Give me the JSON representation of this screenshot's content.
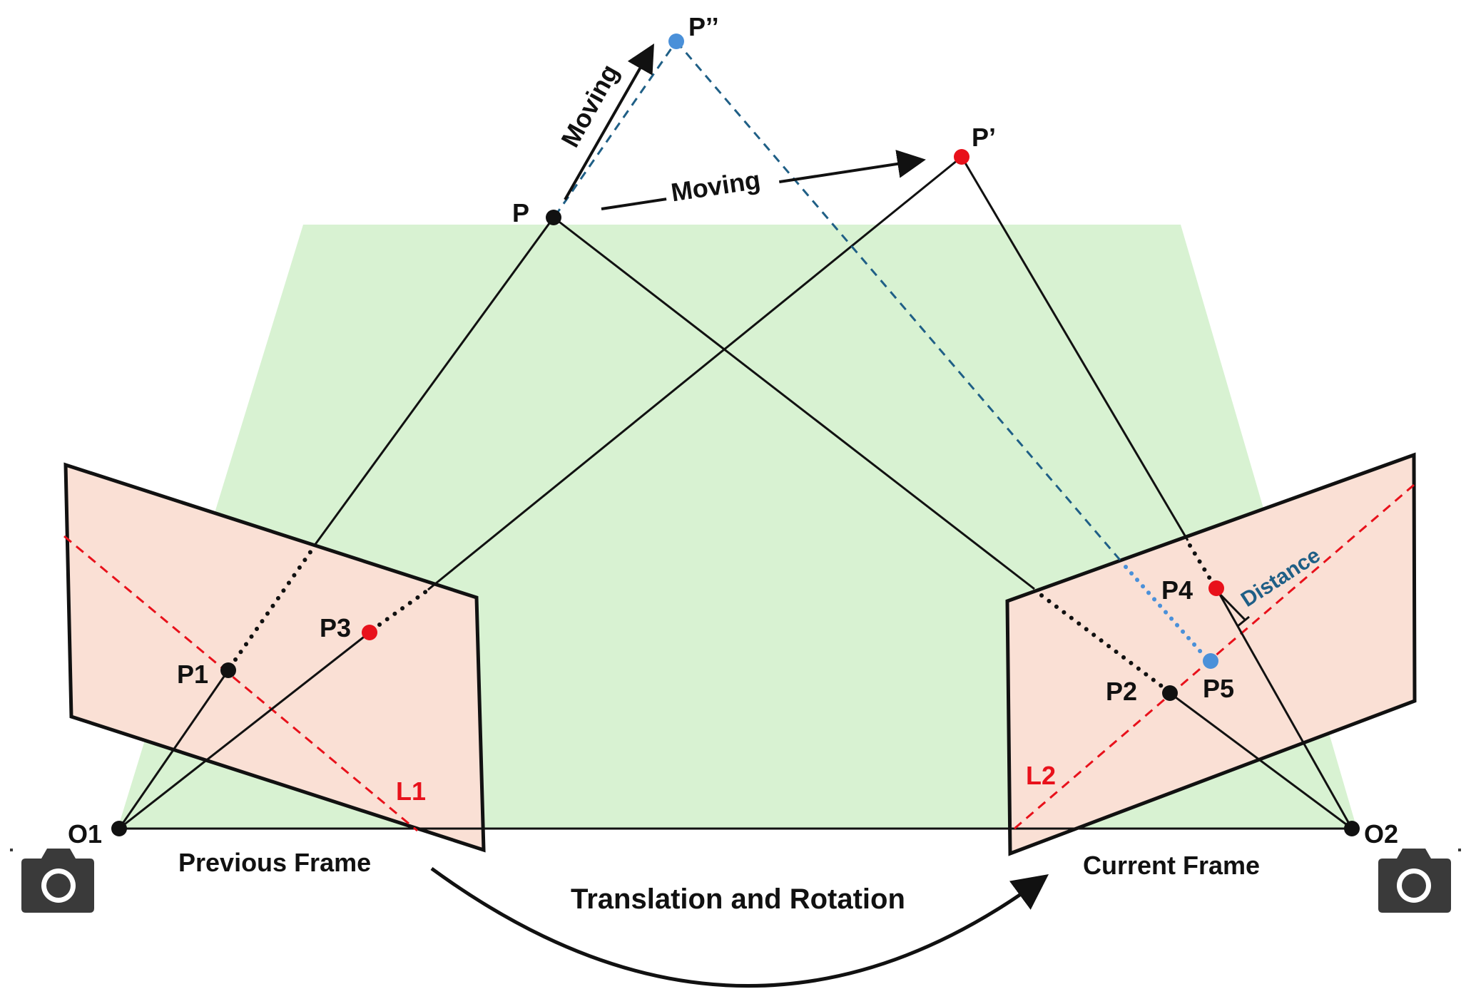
{
  "labels": {
    "P": "P",
    "P_prime": "P’",
    "P_double_prime": "P’’",
    "P1": "P1",
    "P2": "P2",
    "P3": "P3",
    "P4": "P4",
    "P5": "P5",
    "O1": "O1",
    "O2": "O2",
    "L1": "L1",
    "L2": "L2",
    "moving_1": "Moving",
    "moving_2": "Moving",
    "distance": "Distance",
    "previous_frame": "Previous Frame",
    "current_frame": "Current Frame",
    "translation_rotation": "Translation and Rotation"
  },
  "colors": {
    "plane_green": "#d8f2d2",
    "frame_fill": "#fae0d5",
    "line_black": "#111111",
    "epipolar_red": "#e8111b",
    "point_red": "#e8111b",
    "point_blue": "#4a90d9",
    "dashed_blue": "#1f5f86",
    "dotted_blue": "#4a90d9",
    "camera_gray": "#3a3a3a"
  },
  "icons": [
    "camera-icon",
    "camera-icon"
  ]
}
